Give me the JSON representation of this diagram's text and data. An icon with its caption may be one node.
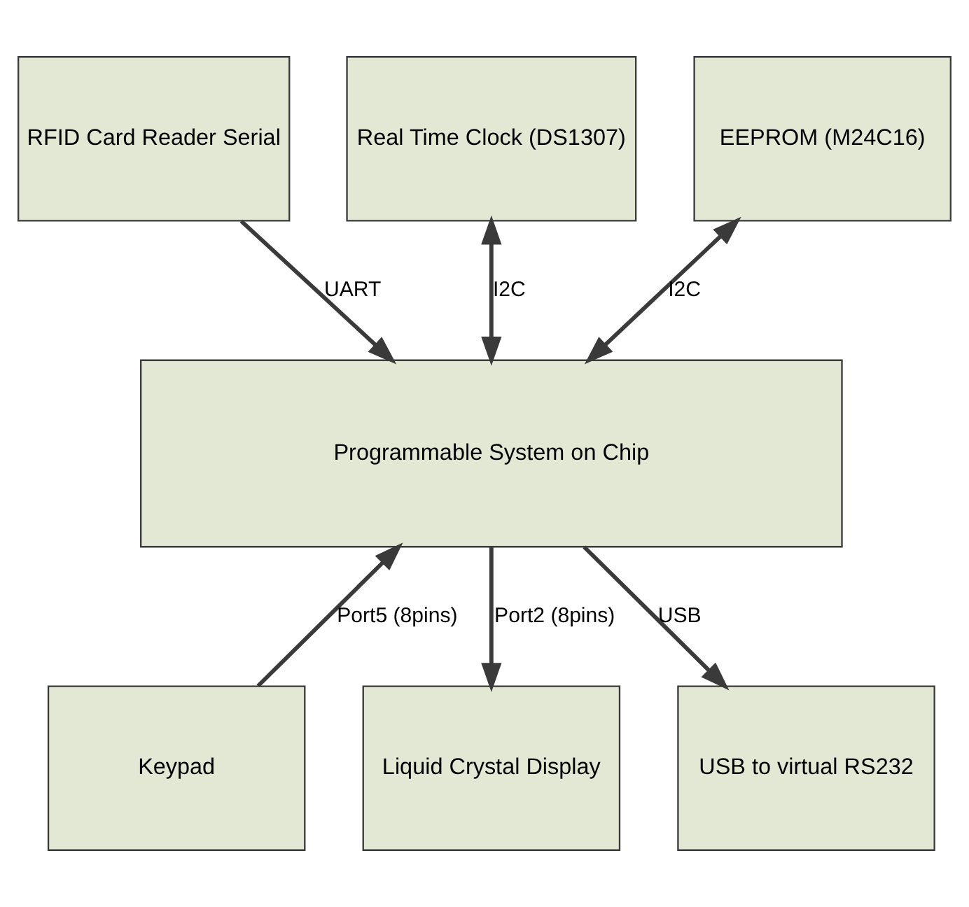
{
  "diagram": {
    "nodes": [
      {
        "text": [
          "RFID Card Reader Serial"
        ]
      },
      {
        "text": [
          "Real Time Clock (DS1307)"
        ]
      },
      {
        "text": [
          "EEPROM (M24C16)"
        ]
      },
      {
        "text": [
          "Programmable System on Chip"
        ]
      },
      {
        "text": [
          "Keypad"
        ]
      },
      {
        "text": [
          "Liquid Crystal Display"
        ]
      },
      {
        "text": [
          "USB to virtual RS232"
        ]
      }
    ],
    "edges": [
      {
        "from": 0,
        "to": 3,
        "arrow": "to",
        "label": "UART"
      },
      {
        "from": 3,
        "to": 1,
        "arrow": "both",
        "label": "I2C"
      },
      {
        "from": 3,
        "to": 2,
        "arrow": "both",
        "label": "I2C"
      },
      {
        "from": 4,
        "to": 3,
        "arrow": "to",
        "label": "Port5 (8pins)"
      },
      {
        "from": 3,
        "to": 5,
        "arrow": "to",
        "label": "Port2 (8pins)"
      },
      {
        "from": 3,
        "to": 6,
        "arrow": "to",
        "label": "USB"
      }
    ]
  }
}
